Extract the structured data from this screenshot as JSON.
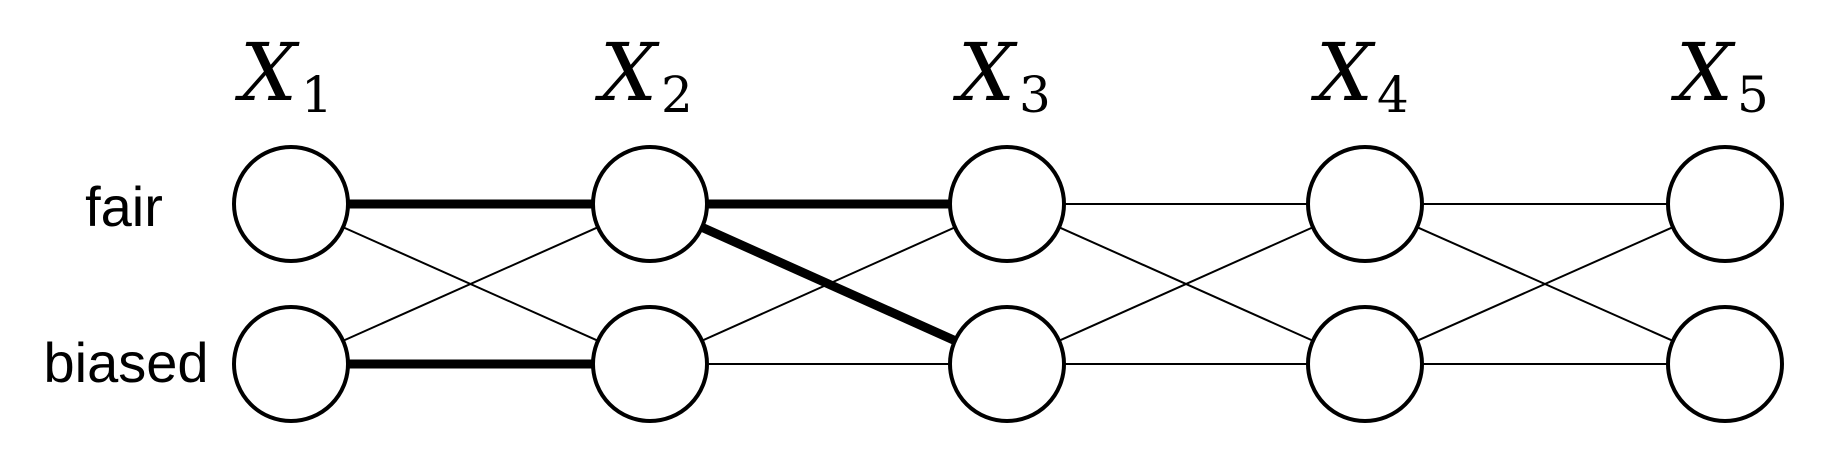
{
  "diagram": {
    "columns": [
      {
        "var": "X",
        "sub": "1"
      },
      {
        "var": "X",
        "sub": "2"
      },
      {
        "var": "X",
        "sub": "3"
      },
      {
        "var": "X",
        "sub": "4"
      },
      {
        "var": "X",
        "sub": "5"
      }
    ],
    "rows": [
      "fair",
      "biased"
    ],
    "edges": [
      {
        "from": [
          0,
          0
        ],
        "to": [
          1,
          0
        ],
        "bold": true
      },
      {
        "from": [
          0,
          0
        ],
        "to": [
          1,
          1
        ],
        "bold": false
      },
      {
        "from": [
          0,
          1
        ],
        "to": [
          1,
          0
        ],
        "bold": false
      },
      {
        "from": [
          0,
          1
        ],
        "to": [
          1,
          1
        ],
        "bold": true
      },
      {
        "from": [
          1,
          0
        ],
        "to": [
          2,
          0
        ],
        "bold": true
      },
      {
        "from": [
          1,
          0
        ],
        "to": [
          2,
          1
        ],
        "bold": true
      },
      {
        "from": [
          1,
          1
        ],
        "to": [
          2,
          0
        ],
        "bold": false
      },
      {
        "from": [
          1,
          1
        ],
        "to": [
          2,
          1
        ],
        "bold": false
      },
      {
        "from": [
          2,
          0
        ],
        "to": [
          3,
          0
        ],
        "bold": false
      },
      {
        "from": [
          2,
          0
        ],
        "to": [
          3,
          1
        ],
        "bold": false
      },
      {
        "from": [
          2,
          1
        ],
        "to": [
          3,
          0
        ],
        "bold": false
      },
      {
        "from": [
          2,
          1
        ],
        "to": [
          3,
          1
        ],
        "bold": false
      },
      {
        "from": [
          3,
          0
        ],
        "to": [
          4,
          0
        ],
        "bold": false
      },
      {
        "from": [
          3,
          0
        ],
        "to": [
          4,
          1
        ],
        "bold": false
      },
      {
        "from": [
          3,
          1
        ],
        "to": [
          4,
          0
        ],
        "bold": false
      },
      {
        "from": [
          3,
          1
        ],
        "to": [
          4,
          1
        ],
        "bold": false
      }
    ]
  }
}
